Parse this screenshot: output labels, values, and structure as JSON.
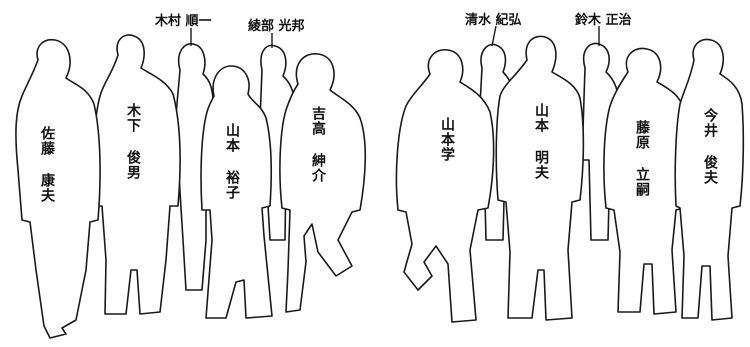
{
  "people": [
    {
      "id": "sato",
      "name": "佐藤 康夫"
    },
    {
      "id": "kinoshita",
      "name": "木下 俊男"
    },
    {
      "id": "kimura",
      "name": "木村 順一"
    },
    {
      "id": "yamamoto-y",
      "name": "山本 裕子"
    },
    {
      "id": "ayabe",
      "name": "綾部 光邦"
    },
    {
      "id": "yoshitaka",
      "name": "吉高 紳介"
    },
    {
      "id": "yamamoto-m",
      "name": "山本学"
    },
    {
      "id": "shimizu",
      "name": "清水 紀弘"
    },
    {
      "id": "yamamoto-a",
      "name": "山本 明夫"
    },
    {
      "id": "suzuki",
      "name": "鈴木 正治"
    },
    {
      "id": "fujiwara",
      "name": "藤原 立嗣"
    },
    {
      "id": "imai",
      "name": "今井 俊夫"
    }
  ]
}
